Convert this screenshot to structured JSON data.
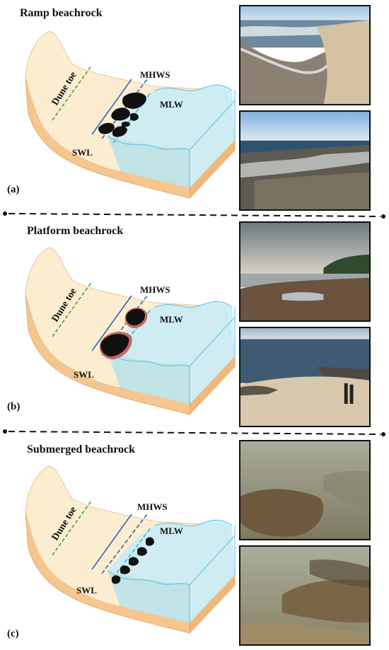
{
  "panels": [
    {
      "title": "Ramp beachrock",
      "letter": "(a)"
    },
    {
      "title": "Platform beachrock",
      "letter": "(b)"
    },
    {
      "title": "Submerged beachrock",
      "letter": "(c)"
    }
  ],
  "labels": {
    "dune_toe": "Dune toe",
    "mhws": "MHWS",
    "mlw": "MLW",
    "swl": "SWL"
  },
  "colors": {
    "sand_top": "#fdedd0",
    "sand_side": "#f6c68f",
    "sand_edge": "#e7a96b",
    "water_top": "#c6ebf7",
    "water_front": "#bfe2e4",
    "water_line": "#59c3e3",
    "dune_toe_line": "#3aa73a",
    "mhws_line": "#2f68b4",
    "mlw_line": "#3bb8d8",
    "rock": "#111111",
    "rock_rim": "#c4655f"
  }
}
